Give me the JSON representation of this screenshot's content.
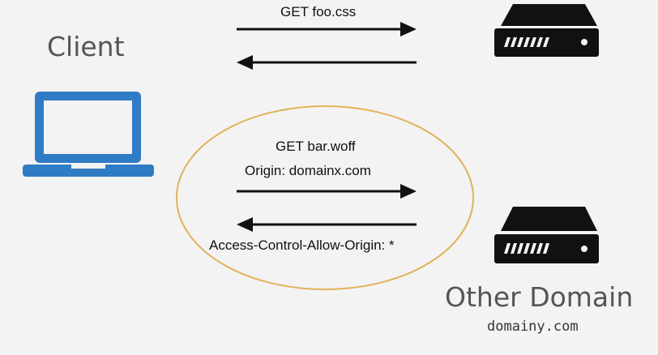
{
  "client": {
    "label": "Client",
    "icon": "laptop-icon",
    "color": "#2f7bc4"
  },
  "first_exchange": {
    "request_label": "GET foo.css",
    "server_icon": "server-icon"
  },
  "cors_exchange": {
    "request_line1": "GET bar.woff",
    "request_line2": "Origin: domainx.com",
    "response_label": "Access-Control-Allow-Origin: *",
    "highlight_color": "#e2b25a"
  },
  "other_domain": {
    "label": "Other Domain",
    "host": "domainy.com",
    "server_icon": "server-icon"
  }
}
